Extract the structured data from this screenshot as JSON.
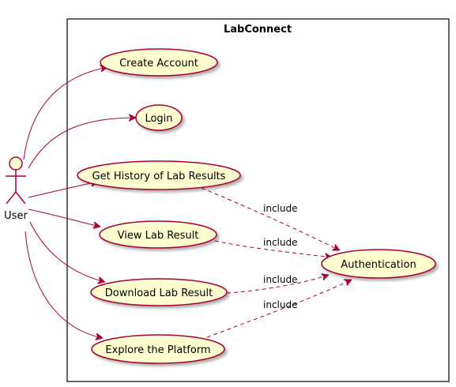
{
  "system": {
    "title": "LabConnect"
  },
  "actor": {
    "label": "User"
  },
  "use_cases": [
    "Create Account",
    "Login",
    "Get History of Lab Results",
    "View Lab Result",
    "Download Lab Result",
    "Explore the Platform",
    "Authentication"
  ],
  "relations": {
    "include_label": "include"
  },
  "colors": {
    "usecase_fill": "#FEFECE",
    "line": "#A80036",
    "border": "#000000"
  }
}
